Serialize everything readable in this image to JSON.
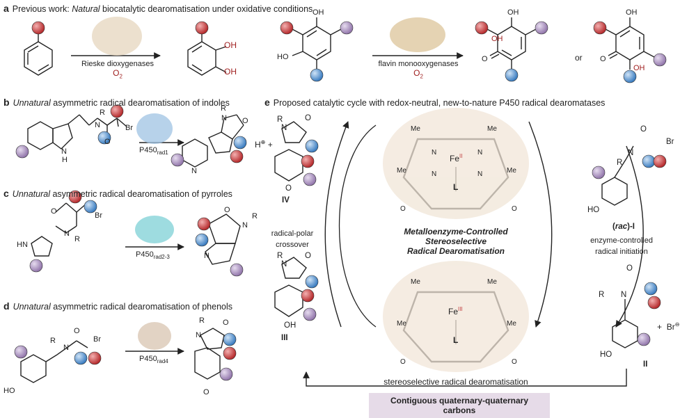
{
  "panels": {
    "a": {
      "letter": "a",
      "heading_pre": "Previous work: ",
      "heading_em": "Natural",
      "heading_post": " biocatalytic dearomatisation under oxidative conditions",
      "enzyme1": "Rieske dioxygenases",
      "enzyme2": "flavin monooxygenases",
      "o2": "O",
      "o2_sub": "2",
      "or": "or"
    },
    "b": {
      "letter": "b",
      "heading_em": "Unnatural",
      "heading_post": " asymmetric radical dearomatisation of indoles",
      "cat": "P450",
      "cat_sub": "rad1"
    },
    "c": {
      "letter": "c",
      "heading_em": "Unnatural",
      "heading_post": " asymmetric radical dearomatisation of pyrroles",
      "cat": "P450",
      "cat_sub": "rad2-3"
    },
    "d": {
      "letter": "d",
      "heading_em": "Unnatural",
      "heading_post": " asymmetric radical dearomatisation of phenols",
      "cat": "P450",
      "cat_sub": "rad4"
    },
    "e": {
      "letter": "e",
      "heading": "Proposed catalytic cycle with redox-neutral, new-to-nature P450 radical dearomatases"
    }
  },
  "cycle": {
    "center_title": [
      "Metalloenzyme-Controlled",
      "Stereoselective",
      "Radical Dearomatisation"
    ],
    "left_step": [
      "radical-polar",
      "crossover"
    ],
    "right_step": [
      "enzyme-controlled",
      "radical initiation"
    ],
    "bottom_step": "stereoselective radical dearomatisation",
    "footer_box": "Contiguous quaternary-quaternary carbons",
    "fe2": "Fe",
    "fe2_ox": "II",
    "fe3": "Fe",
    "fe3_ox": "III",
    "axial": "L",
    "compound_I_a": "(",
    "compound_I_b": "rac",
    "compound_I_c": ")-I",
    "compound_II": "II",
    "compound_III": "III",
    "compound_IV": "IV",
    "proton": "H",
    "plus": "+",
    "bromide": "Br"
  },
  "atoms": {
    "OH": "OH",
    "HO": "HO",
    "O": "O",
    "N": "N",
    "R": "R",
    "Br": "Br",
    "H": "H",
    "Me": "Me"
  },
  "colors": {
    "red": "#c0393b",
    "blue": "#4a8cc9",
    "purple": "#a384b9",
    "oh_red": "#a02020",
    "box": "#e6dbe8",
    "protein_tan": "#e6d5bd",
    "protein_blue": "#9fc3e3",
    "protein_cyan": "#7ed0d6"
  }
}
